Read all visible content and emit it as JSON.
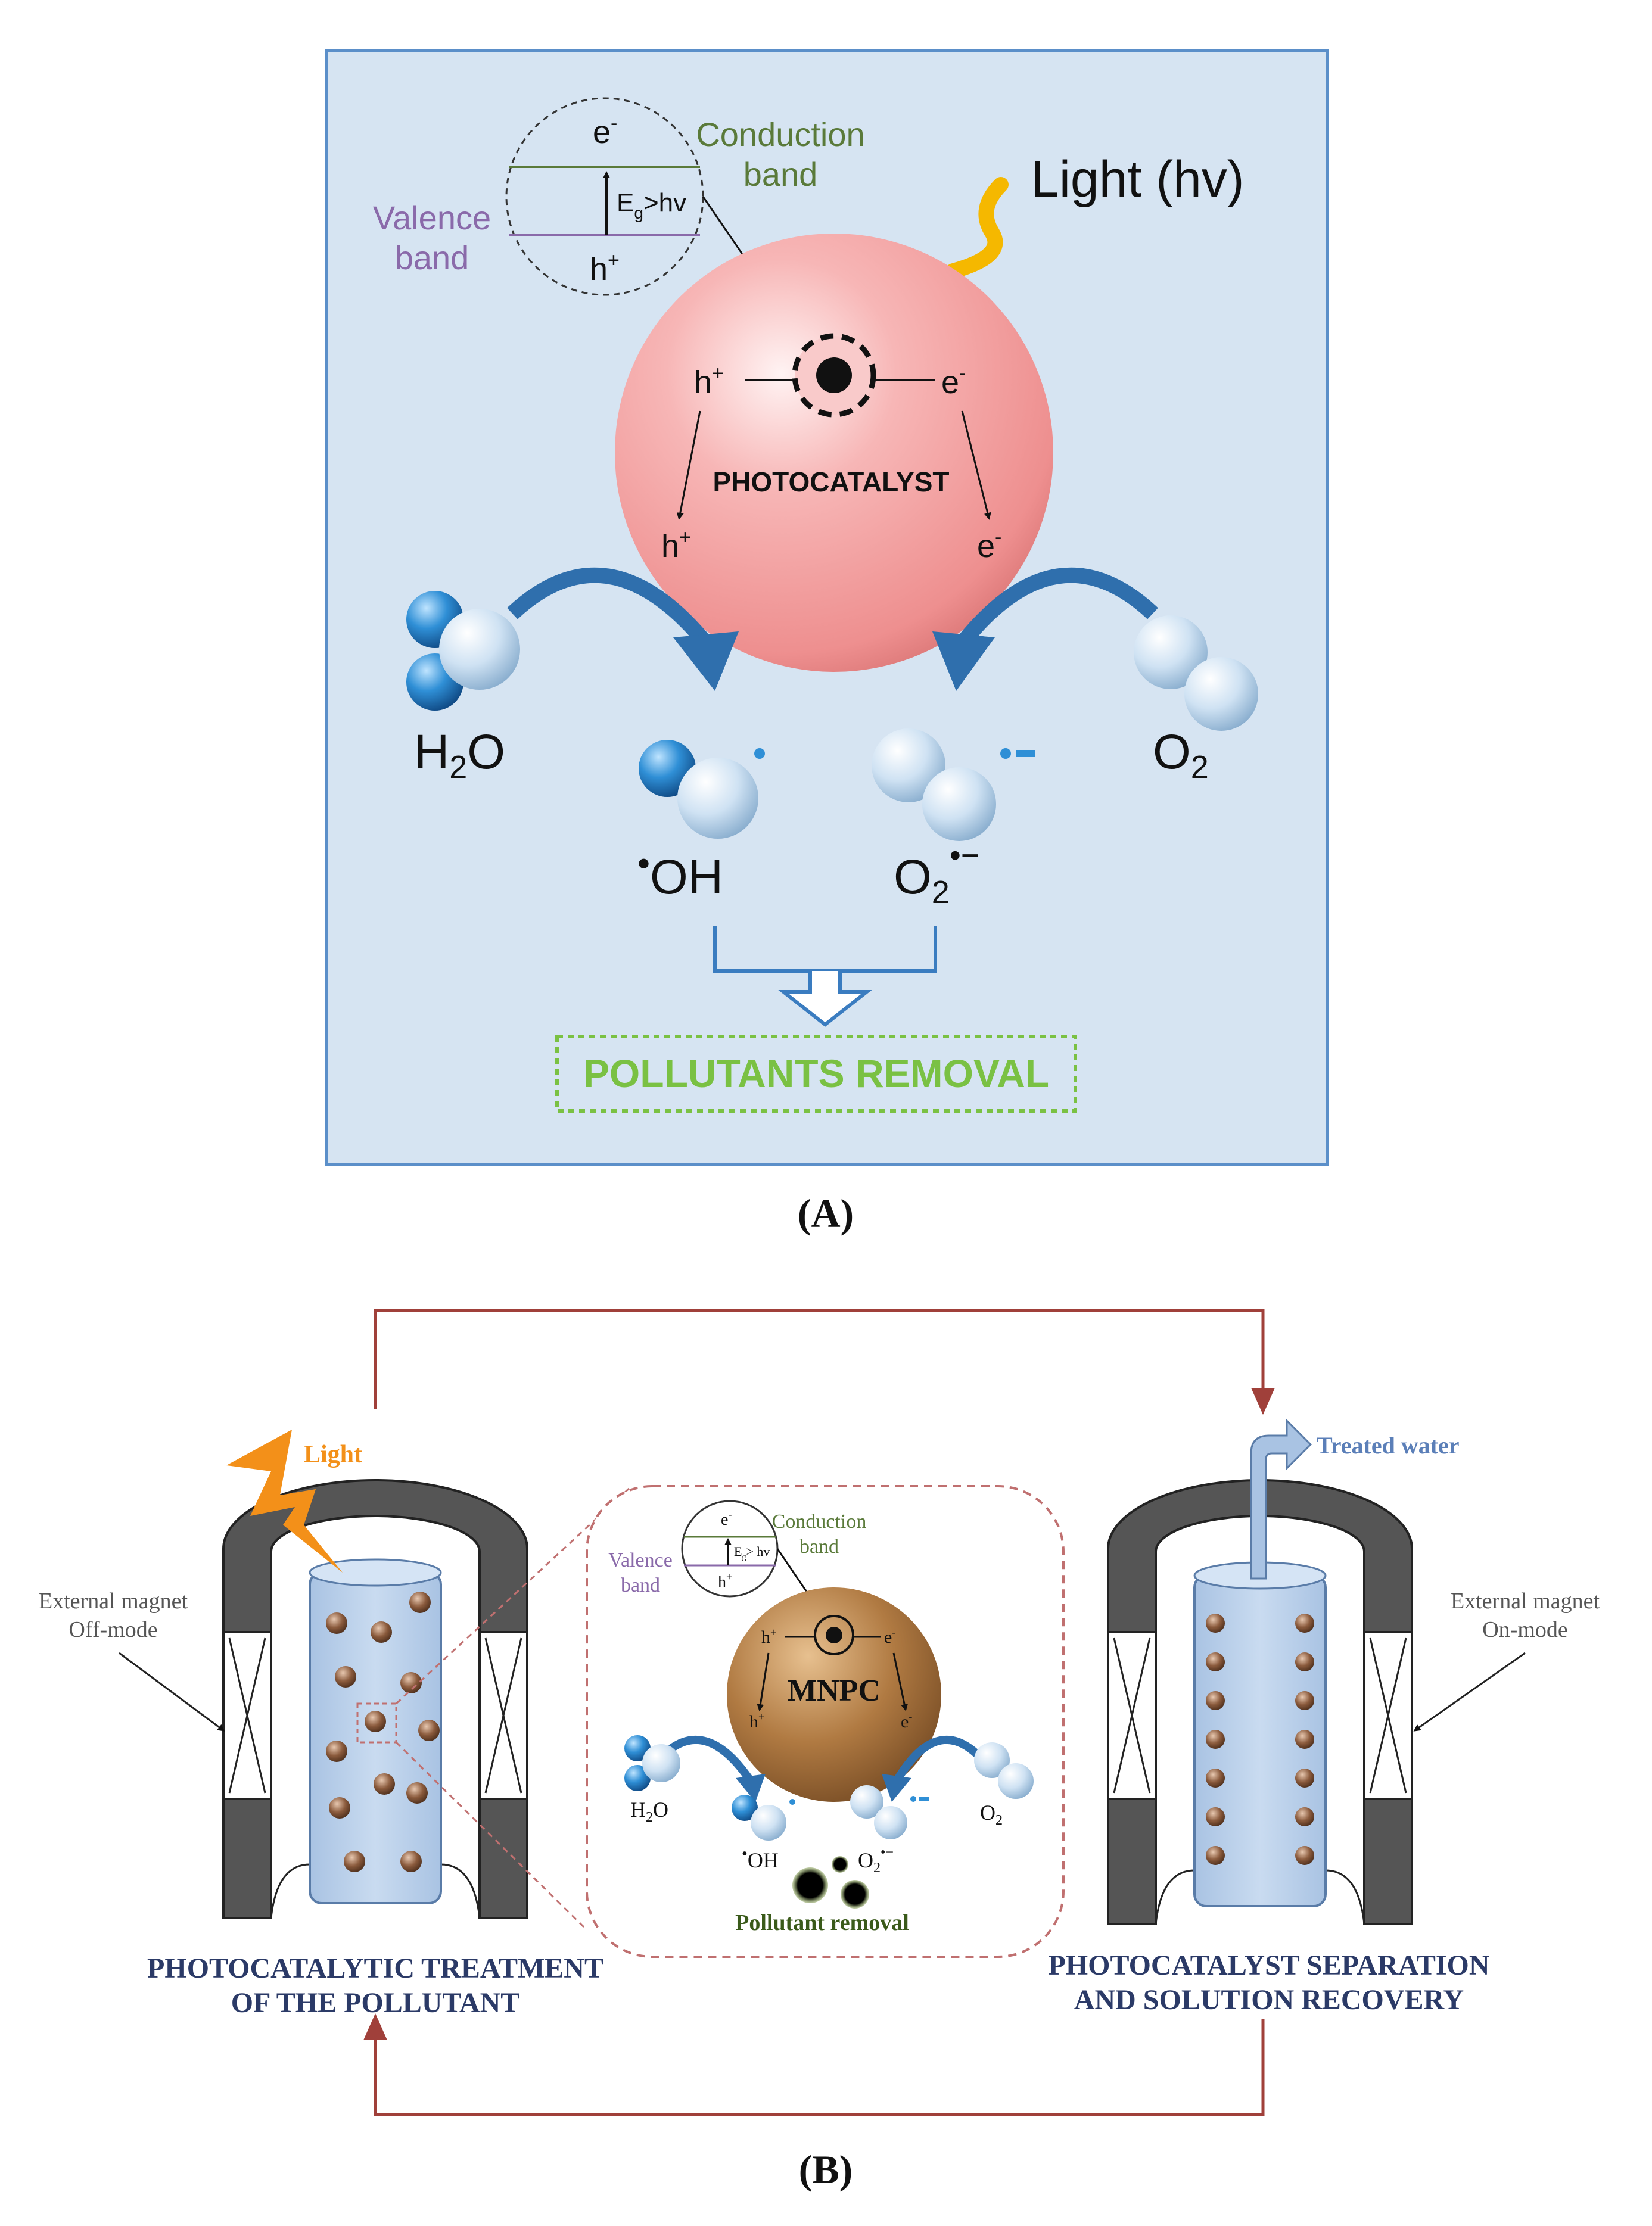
{
  "panel_a": {
    "label": "(A)",
    "conduction_band": [
      "Conduction",
      "band"
    ],
    "valence_band": [
      "Valence",
      "band"
    ],
    "band_electron": "e",
    "band_electron_sup": "-",
    "band_hole": "h",
    "band_hole_sup": "+",
    "gap_label_e": "E",
    "gap_label_sub": "g",
    "gap_label_rest": ">hv",
    "light": "Light (hv)",
    "catalyst": "PHOTOCATALYST",
    "hole": "h",
    "hole_sup": "+",
    "electron": "e",
    "electron_sup": "-",
    "h2o_main": "H",
    "h2o_sub": "2",
    "h2o_tail": "O",
    "o2_main": "O",
    "o2_sub": "2",
    "oh_dot": "•",
    "oh_text": "OH",
    "o2rad_main": "O",
    "o2rad_sub": "2",
    "o2rad_sup": "•−",
    "removal": "POLLUTANTS REMOVAL"
  },
  "panel_b": {
    "label": "(B)",
    "light": "Light",
    "treated_water": "Treated water",
    "magnet_off": [
      "External magnet",
      "Off-mode"
    ],
    "magnet_on": [
      "External magnet",
      "On-mode"
    ],
    "inset_conduction": [
      "Conduction",
      "band"
    ],
    "inset_valence": [
      "Valence",
      "band"
    ],
    "inset_e": "e",
    "inset_e_sup": "-",
    "inset_h": "h",
    "inset_h_sup": "+",
    "inset_gap": "E",
    "inset_gap_sub": "g",
    "inset_gap_rest": "> hv",
    "catalyst": "MNPC",
    "h2o_main": "H",
    "h2o_sub": "2",
    "h2o_tail": "O",
    "o2_main": "O",
    "o2_sub": "2",
    "oh_dot": "•",
    "oh_text": "OH",
    "o2rad_main": "O",
    "o2rad_sub": "2",
    "o2rad_sup": "•−",
    "pollutant_removal": "Pollutant removal",
    "left_caption": [
      "PHOTOCATALYTIC TREATMENT",
      "OF THE POLLUTANT"
    ],
    "right_caption": [
      "PHOTOCATALYST SEPARATION",
      "AND SOLUTION RECOVERY"
    ]
  },
  "colors": {
    "panel_bg": "#d6e4f2",
    "panel_border": "#5b8fc9",
    "conduction_green": "#5a7a3a",
    "valence_purple": "#8a6aaa",
    "light_orange": "#f5b800",
    "sphere_pink": "#f4a5a5",
    "arrow_blue": "#2f6fad",
    "removal_green": "#7ac143",
    "navy_caption": "#2b3a67",
    "cycle_red": "#a0403a",
    "magnet_gray": "#444444",
    "mnpc_brown": "#a5703a",
    "treated_blue": "#5b7fb8",
    "bolt_orange": "#f39019"
  }
}
